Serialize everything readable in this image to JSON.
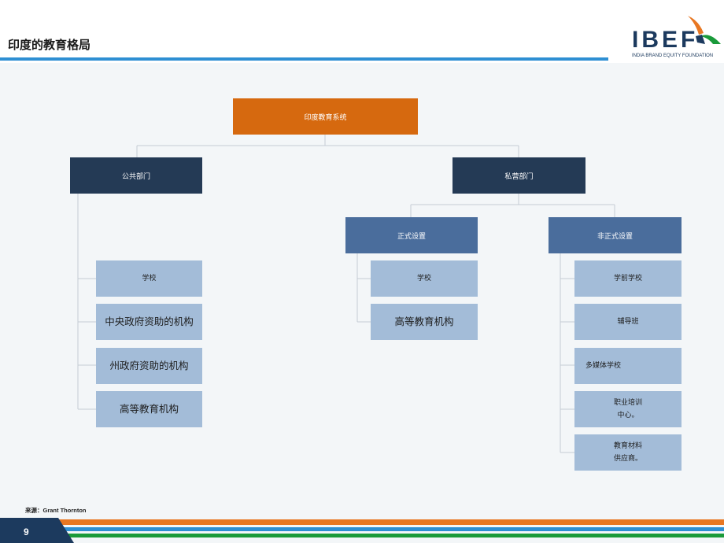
{
  "header": {
    "title": "印度的教育格局"
  },
  "logo": {
    "name": "IBEF",
    "tagline": "INDIA BRAND EQUITY FOUNDATION",
    "colors": {
      "navy": "#1c3a5e",
      "orange": "#e87722",
      "green": "#1a9a3a"
    }
  },
  "diagram": {
    "root": "印度教育系统",
    "public": {
      "label": "公共部门",
      "children": [
        "学校",
        "中央政府资助的机构",
        "州政府资助的机构",
        "高等教育机构"
      ]
    },
    "private": {
      "label": "私营部门",
      "formal": {
        "label": "正式设置",
        "children": [
          "学校",
          "高等教育机构"
        ]
      },
      "informal": {
        "label": "非正式设置",
        "children": [
          "学前学校",
          "辅导班",
          "多媒体学校",
          "职业培训\n中心。",
          "教育材料\n供应商。"
        ]
      }
    }
  },
  "footer": {
    "source": "来源：Grant Thornton",
    "page": "9"
  },
  "colors": {
    "root": "#d6690f",
    "dark": "#243a55",
    "mid": "#4a6d9c",
    "light": "#a3bcd8",
    "accent_blue": "#2e8fd3"
  }
}
